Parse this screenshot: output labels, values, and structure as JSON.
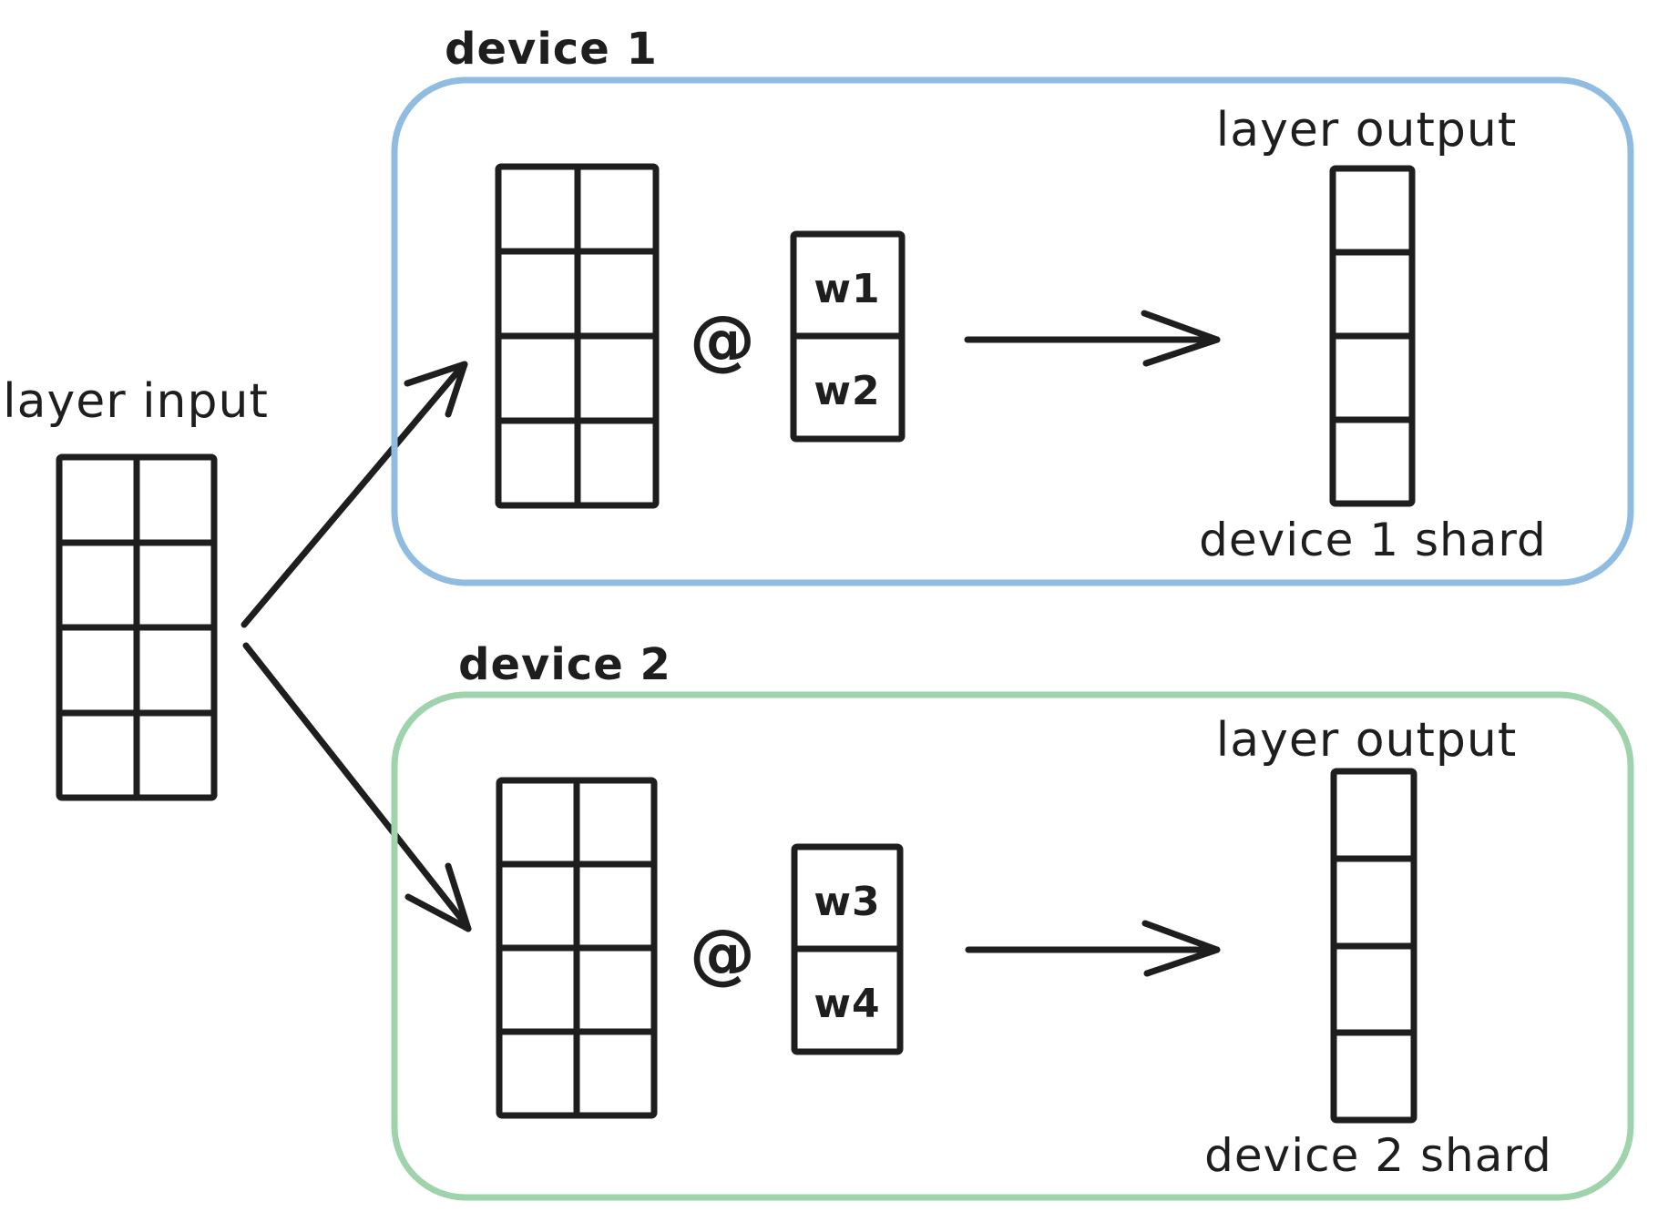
{
  "labels": {
    "layer_input": "layer input",
    "matmul_operator": "@"
  },
  "colors": {
    "ink": "#1e1e1e",
    "device1_box_stroke": "#90bce2",
    "device1_text": "#1d70c7",
    "device2_box_stroke": "#9ed3ab",
    "device2_text": "#2a9d45"
  },
  "devices": [
    {
      "name": "device 1",
      "output_title": "layer output",
      "shard_caption": "device 1 shard",
      "weights": [
        "w1",
        "w2"
      ],
      "box_stroke_color": "#90bce2",
      "label_color": "#1d70c7"
    },
    {
      "name": "device 2",
      "output_title": "layer output",
      "shard_caption": "device 2 shard",
      "weights": [
        "w3",
        "w4"
      ],
      "box_stroke_color": "#9ed3ab",
      "label_color": "#2a9d45"
    }
  ]
}
